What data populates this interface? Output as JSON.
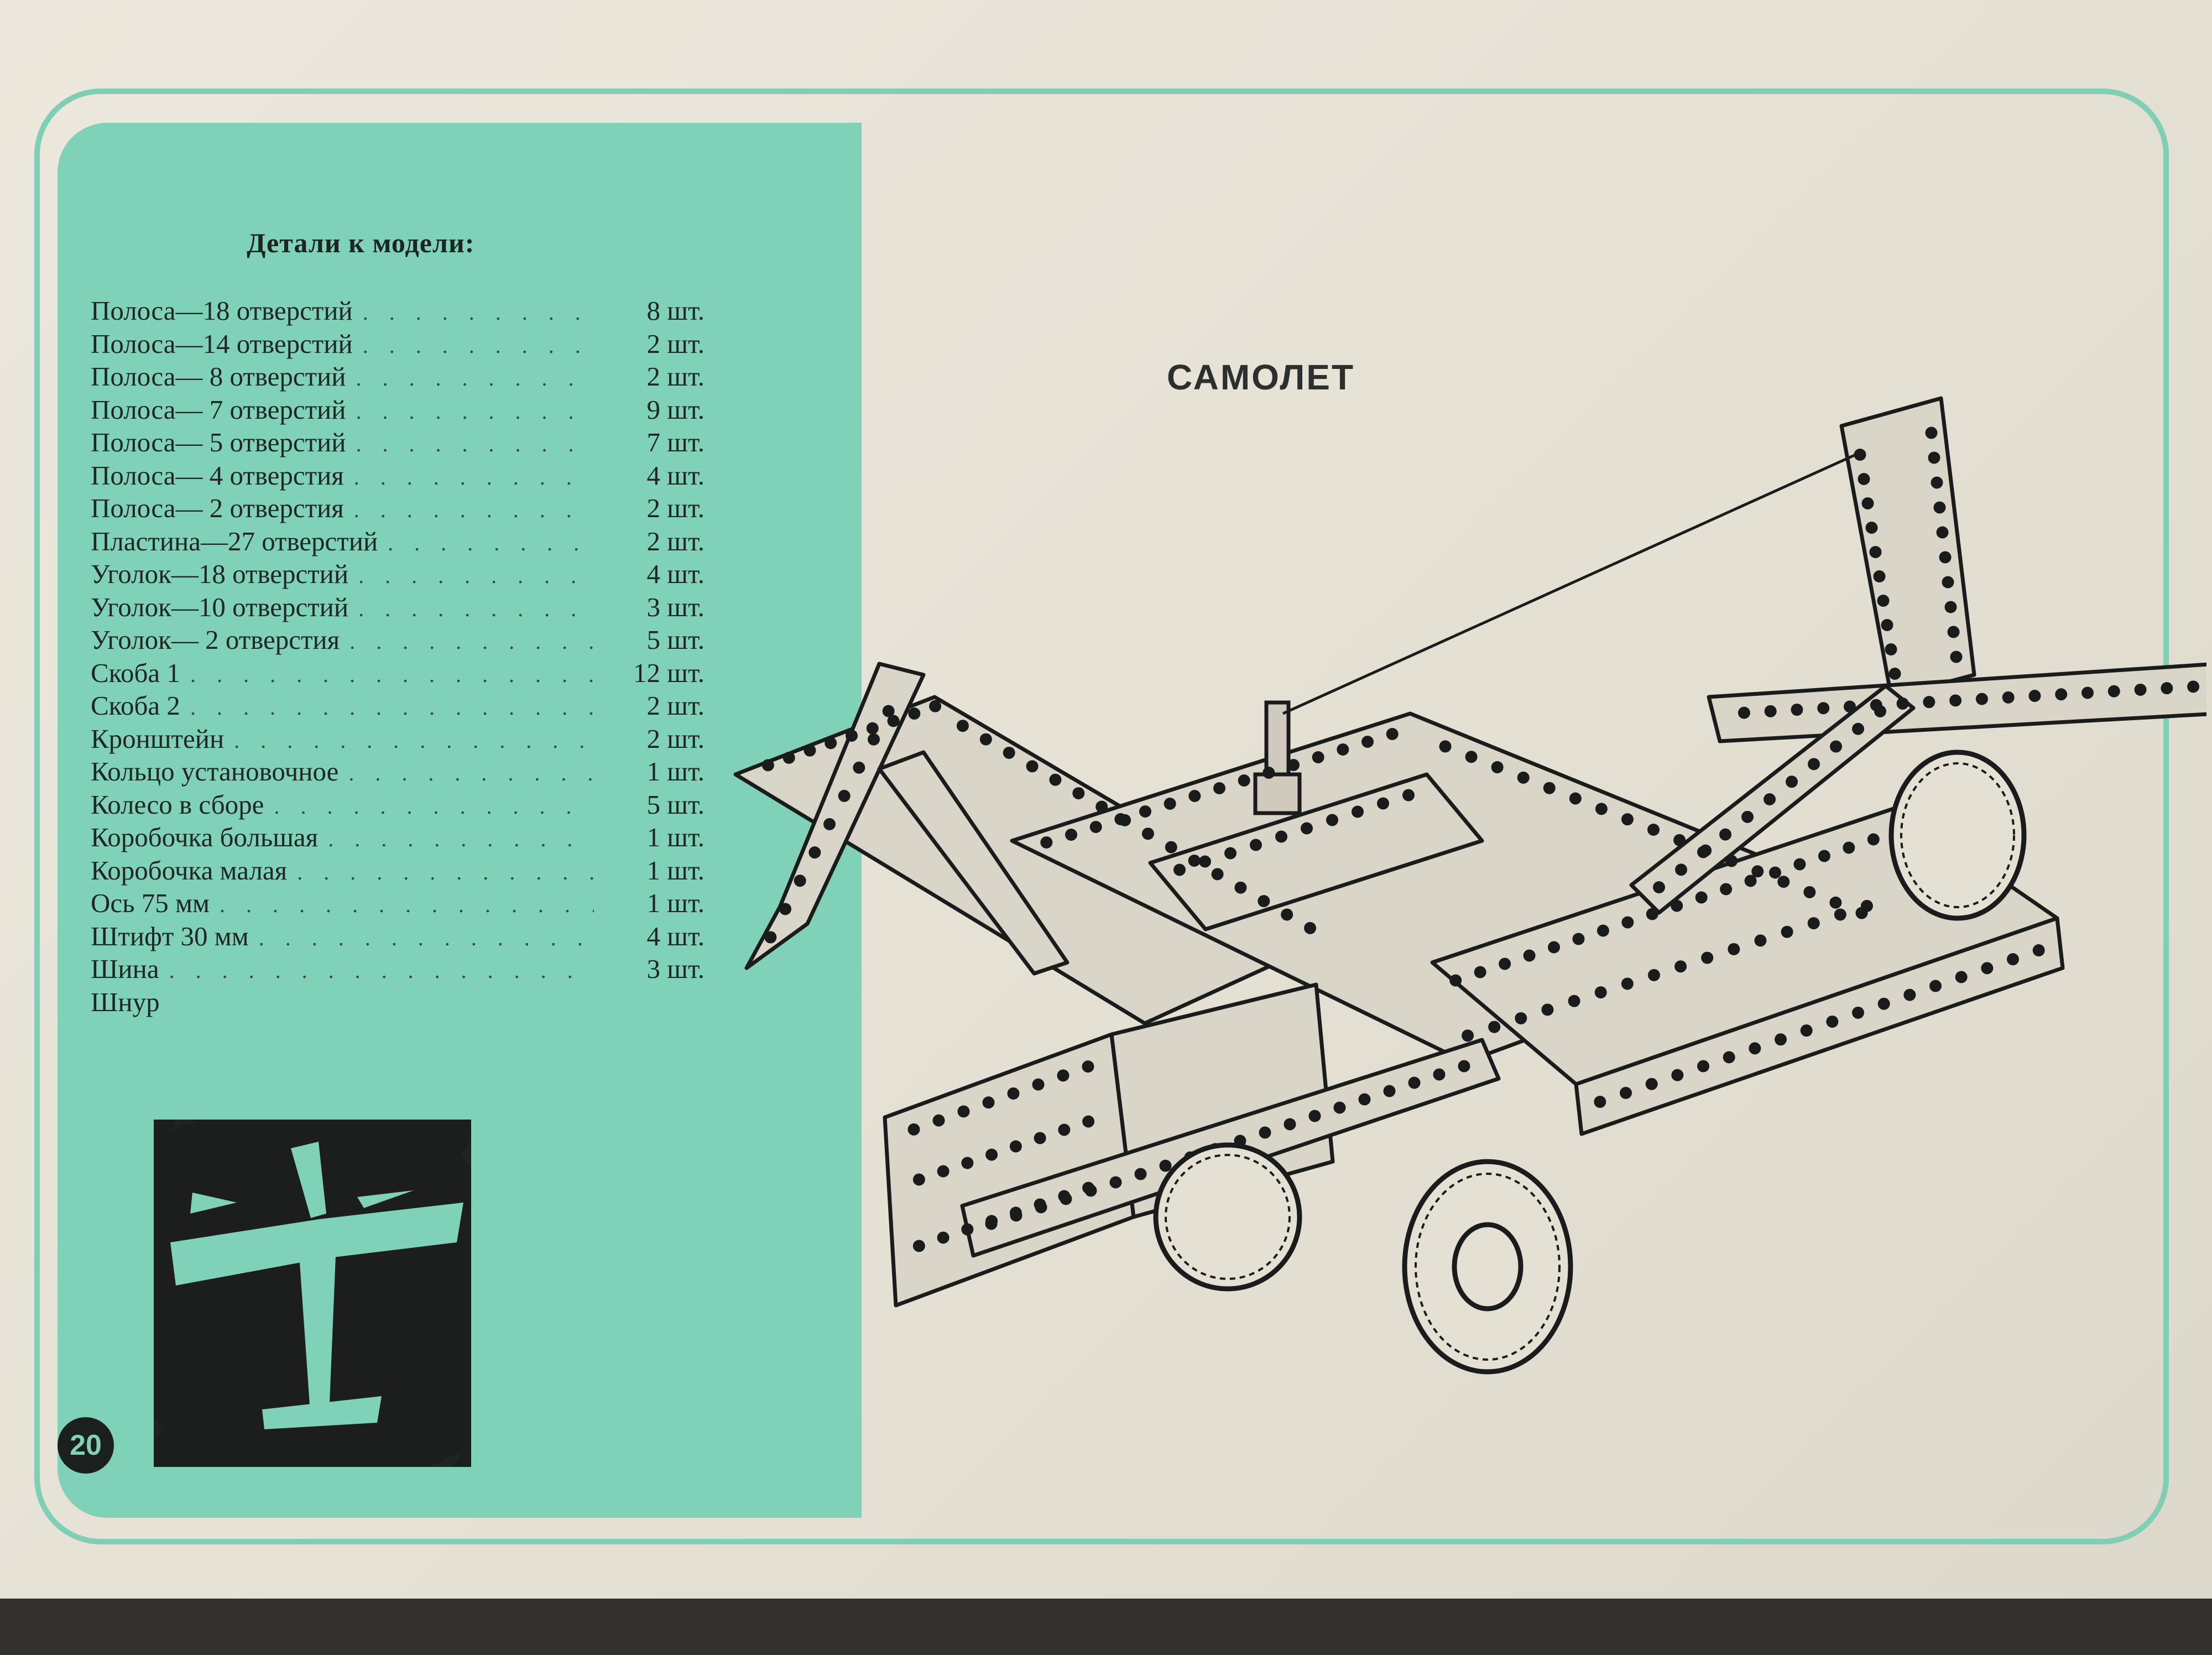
{
  "parts_title": "Детали к модели:",
  "model_title": "САМОЛЕТ",
  "page_number": "20",
  "parts": [
    {
      "name": "Полоса—18 отверстий",
      "qty": "8 шт."
    },
    {
      "name": "Полоса—14 отверстий",
      "qty": "2 шт."
    },
    {
      "name": "Полоса— 8 отверстий",
      "qty": "2 шт."
    },
    {
      "name": "Полоса— 7 отверстий",
      "qty": "9 шт."
    },
    {
      "name": "Полоса— 5 отверстий",
      "qty": "7 шт."
    },
    {
      "name": "Полоса— 4 отверстия",
      "qty": "4 шт."
    },
    {
      "name": "Полоса— 2 отверстия",
      "qty": "2 шт."
    },
    {
      "name": "Пластина—27 отверстий",
      "qty": "2 шт."
    },
    {
      "name": "Уголок—18 отверстий",
      "qty": "4 шт."
    },
    {
      "name": "Уголок—10 отверстий",
      "qty": "3 шт."
    },
    {
      "name": "Уголок— 2 отверстия",
      "qty": "5 шт."
    },
    {
      "name": "Скоба 1",
      "qty": "12 шт."
    },
    {
      "name": "Скоба 2",
      "qty": "2 шт."
    },
    {
      "name": "Кронштейн",
      "qty": "2 шт."
    },
    {
      "name": "Кольцо установочное",
      "qty": "1 шт."
    },
    {
      "name": "Колесо в сборе",
      "qty": "5 шт."
    },
    {
      "name": "Коробочка большая",
      "qty": "1 шт."
    },
    {
      "name": "Коробочка малая",
      "qty": "1 шт."
    },
    {
      "name": "Ось 75 мм",
      "qty": "1 шт."
    },
    {
      "name": "Штифт 30 мм",
      "qty": "4 шт."
    },
    {
      "name": "Шина",
      "qty": "3 шт."
    },
    {
      "name": "Шнур",
      "qty": ""
    }
  ],
  "colors": {
    "panel": "#7fd1b7",
    "frame": "#7ecfb4",
    "paper": "#e8e4d8",
    "ink": "#1d2422"
  },
  "icons": {
    "plane_silhouette": "airplane-silhouette-icon",
    "model_drawing": "construction-set-airplane-drawing"
  }
}
